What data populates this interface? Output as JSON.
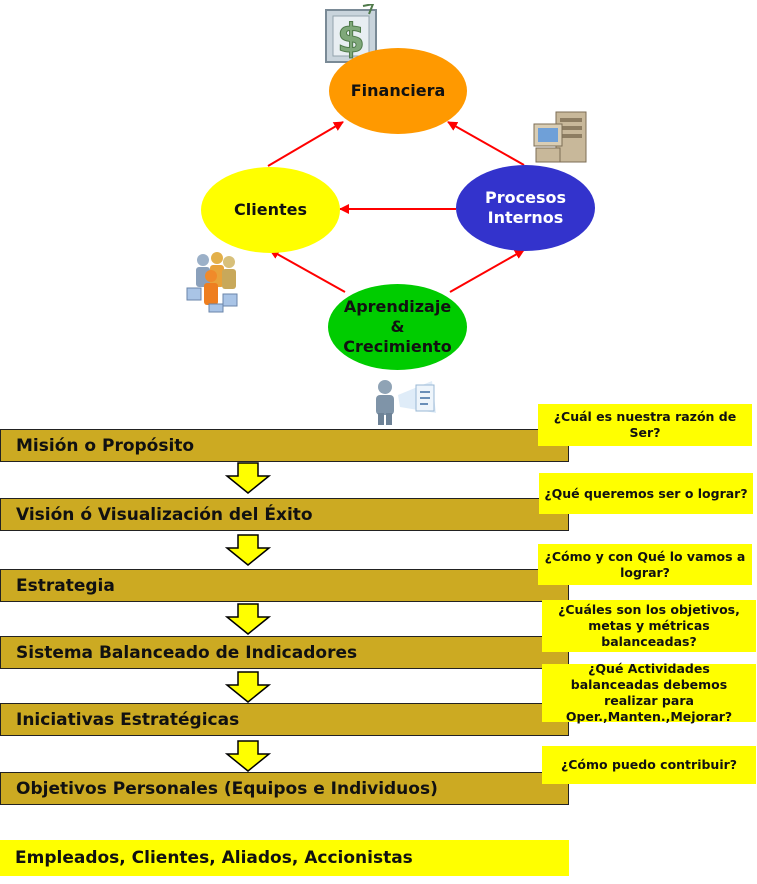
{
  "cycle": {
    "financiera": "Financiera",
    "clientes": "Clientes",
    "procesos_line1": "Procesos",
    "procesos_line2": "Internos",
    "aprendizaje_line1": "Aprendizaje",
    "aprendizaje_line2": "&",
    "aprendizaje_line3": "Crecimiento"
  },
  "icons": {
    "money": "dollar-sign-icon",
    "server": "computer-server-icon",
    "people": "people-group-icon",
    "learner": "person-presentation-icon"
  },
  "levels": [
    {
      "label": "Misión o Propósito",
      "question": "¿Cuál es nuestra razón de Ser?"
    },
    {
      "label": "Visión ó Visualización del Éxito",
      "question": "¿Qué queremos ser o lograr?"
    },
    {
      "label": "Estrategia",
      "question": "¿Cómo y con Qué lo vamos a lograr?"
    },
    {
      "label": "Sistema Balanceado de Indicadores",
      "question": "¿Cuáles son los objetivos, metas y métricas balanceadas?"
    },
    {
      "label": "Iniciativas Estratégicas",
      "question": "¿Qué Actividades balanceadas debemos realizar para Oper.,Manten.,Mejorar?"
    },
    {
      "label": "Objetivos Personales (Equipos e Individuos)",
      "question": "¿Cómo puedo contribuir?"
    }
  ],
  "footer": "Empleados, Clientes, Aliados, Accionistas",
  "colors": {
    "financiera": "#ff9900",
    "clientes": "#ffff00",
    "procesos": "#3333cc",
    "aprendizaje": "#00cc00",
    "arrow": "#ff0000",
    "bar": "#ccaa22",
    "question": "#ffff00"
  }
}
